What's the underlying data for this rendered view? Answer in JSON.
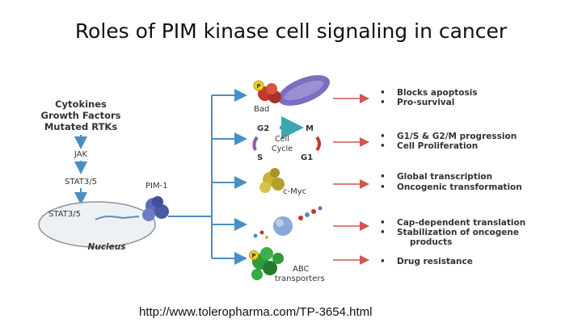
{
  "title": "Roles of PIM kinase cell signaling in cancer",
  "upstream": {
    "lines": [
      "Cytokines",
      "Growth Factors",
      "Mutated RTKs"
    ],
    "jak": "JAK",
    "stat_cytoplasm": "STAT3/5",
    "stat_nucleus": "STAT3/5",
    "nucleus": "Nucleus",
    "pim": "PIM-1"
  },
  "targets": {
    "bad": "Bad",
    "bad_marker": "P",
    "cycle_g2": "G2",
    "cycle_m": "M",
    "cycle_s": "S",
    "cycle_g1": "G1",
    "cycle_center": [
      "Cell",
      "Cycle"
    ],
    "myc": "c-Myc",
    "abc_marker": "P",
    "abc": [
      "ABC",
      "transporters"
    ]
  },
  "outcomes": [
    [
      "Blocks apoptosis",
      "Pro-survival"
    ],
    [
      "G1/S & G2/M progression",
      "Cell Proliferation"
    ],
    [
      "Global transcription",
      "Oncogenic transformation"
    ],
    [
      "Cap-dependent translation",
      "Stabilization of oncogene",
      "products"
    ],
    [
      "Drug resistance"
    ]
  ],
  "bullet": "•",
  "source_url": "http://www.toleropharma.com/TP-3654.html",
  "colors": {
    "arrow_blue": "#4a8fc4",
    "arrow_red": "#d0584e",
    "protein_red": "#c0392b",
    "mito_purple": "#7b6fc0",
    "protein_yellow": "#c9b23a",
    "protein_green": "#2e9a3a",
    "pim_blue": "#5a6bb8",
    "marker_yellow": "#f0d21c"
  }
}
